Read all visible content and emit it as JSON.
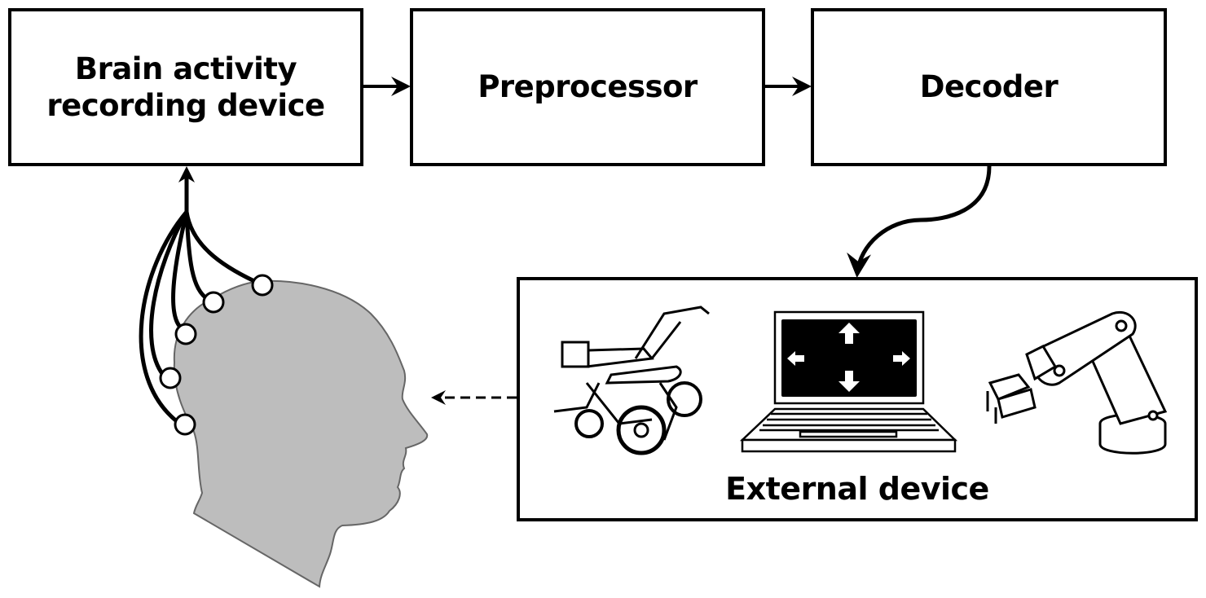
{
  "diagram": {
    "blocks": {
      "recording_line1": "Brain activity",
      "recording_line2": "recording device",
      "preprocessor": "Preprocessor",
      "decoder": "Decoder",
      "external_device": "External device"
    },
    "external_devices": [
      "wheelchair",
      "laptop-cursor",
      "robotic-arm"
    ],
    "laptop_screen_arrows": [
      "up",
      "down",
      "left",
      "right"
    ],
    "electrode_count": 5,
    "colors": {
      "stroke": "#000000",
      "head_fill": "#bdbdbd",
      "screen": "#000000",
      "background": "#ffffff"
    }
  }
}
